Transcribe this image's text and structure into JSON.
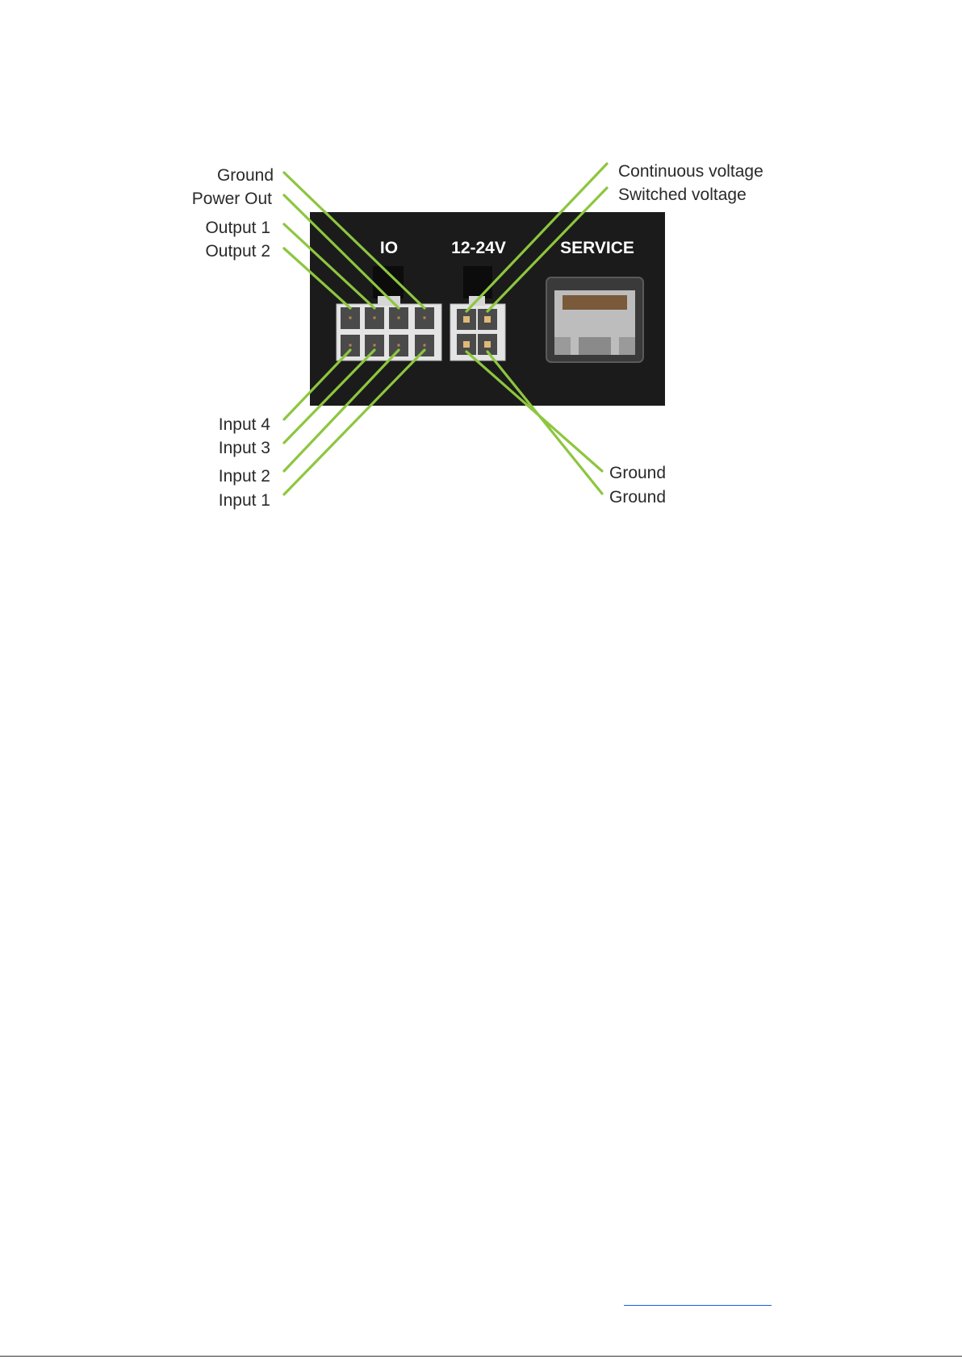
{
  "ports": {
    "io": "IO",
    "power": "12-24V",
    "service": "SERVICE"
  },
  "io_top_labels": [
    "Ground",
    "Power Out",
    "Output 1",
    "Output 2"
  ],
  "io_bottom_labels": [
    "Input 4",
    "Input 3",
    "Input 2",
    "Input 1"
  ],
  "power_top_labels": [
    "Continuous voltage",
    "Switched voltage"
  ],
  "power_bottom_labels": [
    "Ground",
    "Ground"
  ],
  "colors": {
    "leader_line": "#8dc63f",
    "panel": "#1b1b1b",
    "connector_housing": "#e4e4e4"
  }
}
